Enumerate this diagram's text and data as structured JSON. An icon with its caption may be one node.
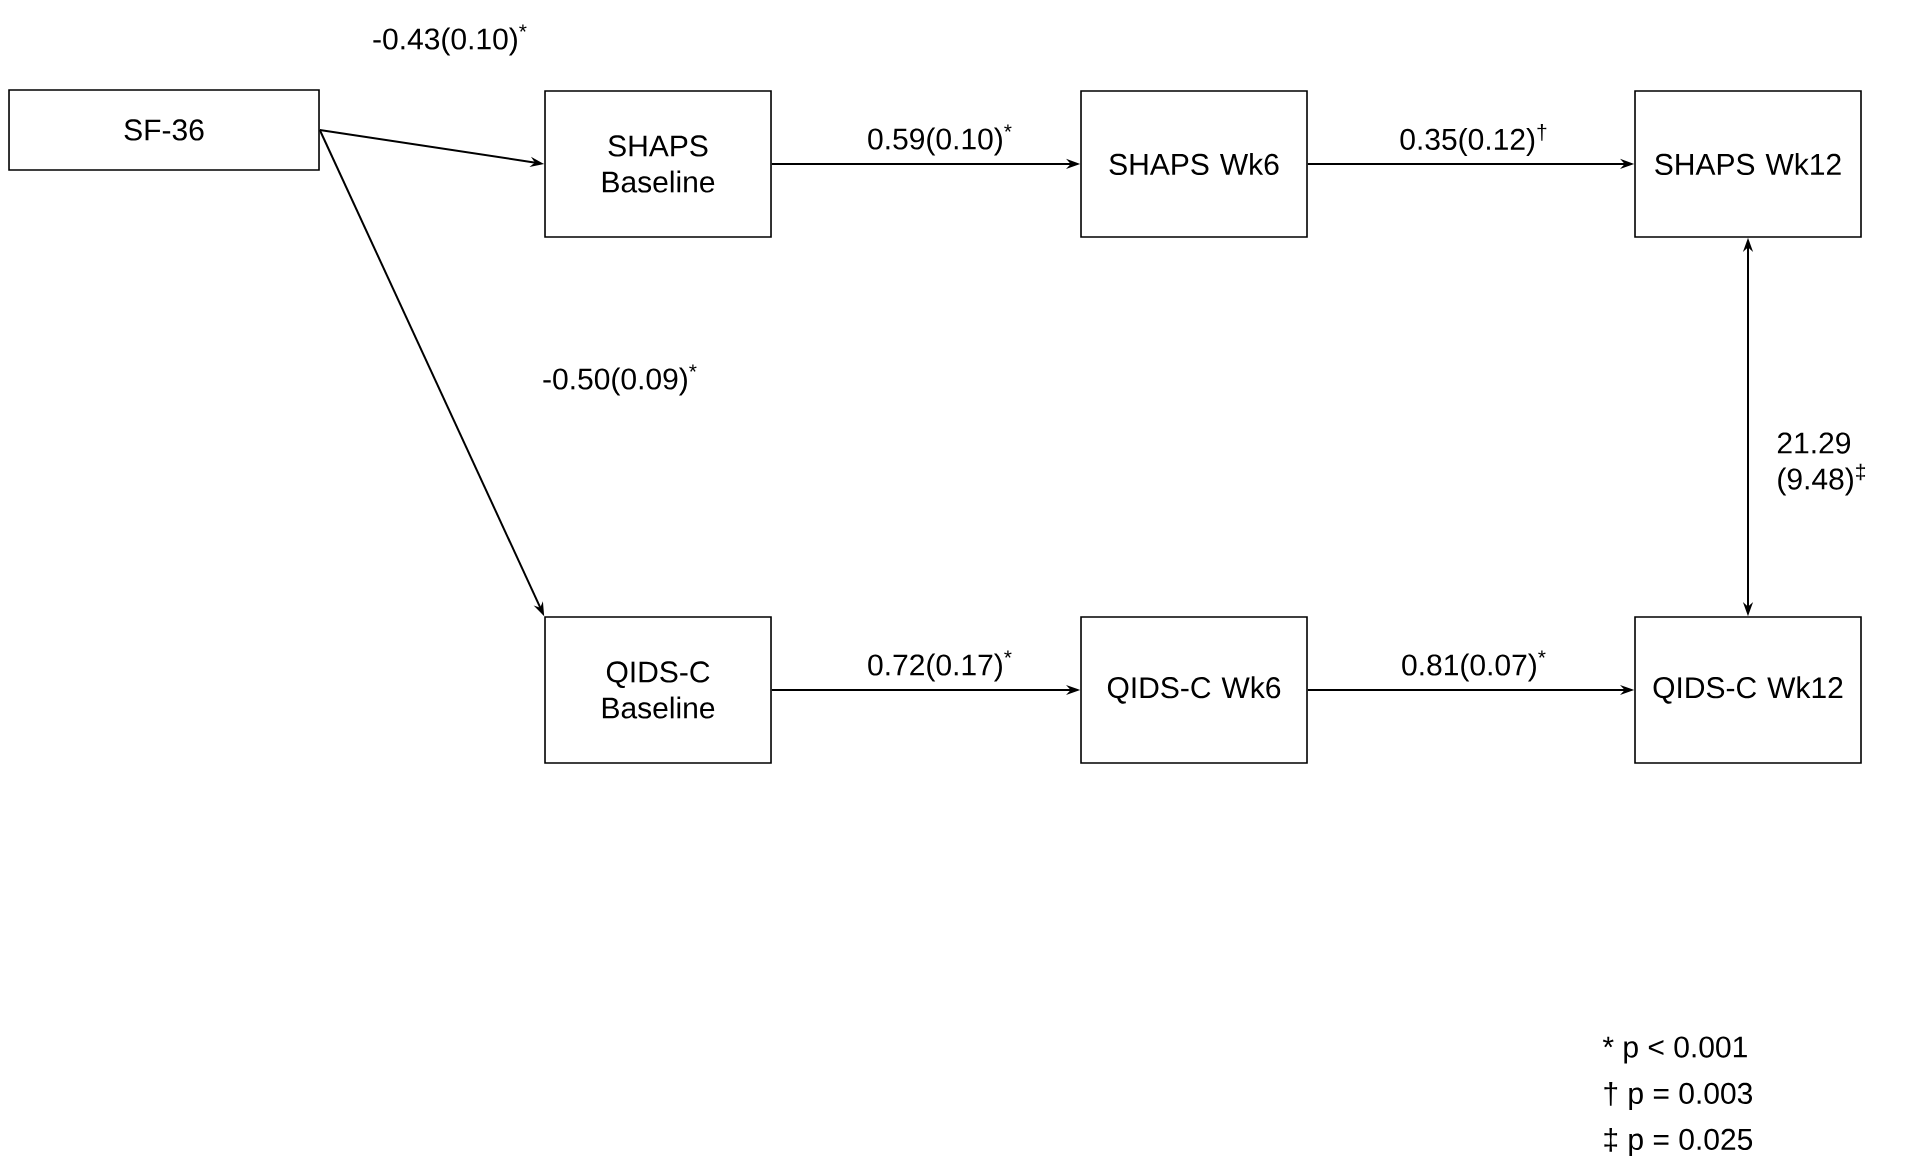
{
  "diagram": {
    "nodes": [
      {
        "text": [
          "SF-36"
        ]
      },
      {
        "text": [
          "SHAPS Baseline"
        ]
      },
      {
        "text": [
          "SHAPS Wk6"
        ]
      },
      {
        "text": [
          "SHAPS Wk12"
        ]
      },
      {
        "text": [
          "QIDS-C Baseline"
        ]
      },
      {
        "text": [
          "QIDS-C Wk6"
        ]
      },
      {
        "text": [
          "QIDS-C Wk12"
        ]
      }
    ],
    "edges": [
      {
        "from": 0,
        "to": 1,
        "arrow": "to",
        "label": "-0.43(0.10)$^{*}$"
      },
      {
        "from": 0,
        "to": 4,
        "arrow": "to",
        "label": "-0.50(0.09)$^{*}$"
      },
      {
        "from": 1,
        "to": 2,
        "arrow": "to",
        "label": "0.59(0.10)$^{*}$"
      },
      {
        "from": 2,
        "to": 3,
        "arrow": "to",
        "label": "0.35(0.12)$^{†}$"
      },
      {
        "from": 3,
        "to": 6,
        "arrow": "both",
        "label": "21.29 (9.48)$^{‡}$"
      },
      {
        "from": 4,
        "to": 5,
        "arrow": "to",
        "label": "0.72(0.17)$^{*}$"
      },
      {
        "from": 5,
        "to": 6,
        "arrow": "to",
        "label": "0.81(0.07)$^{*}$"
      }
    ],
    "labels": [
      "* p < 0.001",
      "† p = 0.003",
      "‡ p = 0.025"
    ]
  }
}
